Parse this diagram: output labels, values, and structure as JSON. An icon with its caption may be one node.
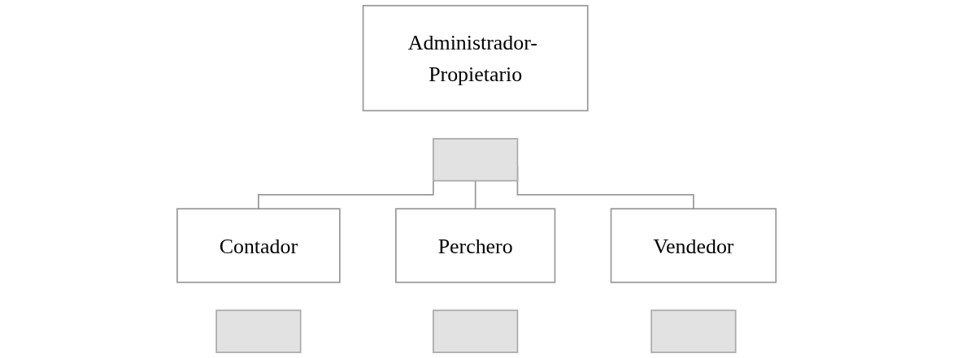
{
  "diagram": {
    "nodes": [
      {
        "text": [
          "Administrador- Propietario"
        ]
      },
      {
        "text": [],
        "shape": "box"
      },
      {
        "text": [
          "Contador"
        ]
      },
      {
        "text": [],
        "shape": "box"
      },
      {
        "text": [
          "Perchero"
        ]
      },
      {
        "text": [],
        "shape": "box"
      },
      {
        "text": [
          "Vendedor"
        ]
      },
      {
        "text": [],
        "shape": "box"
      }
    ],
    "edges": [
      {
        "from": 1,
        "to": 2,
        "arrow": "none"
      },
      {
        "from": 1,
        "to": 4,
        "arrow": "none"
      },
      {
        "from": 1,
        "to": 6,
        "arrow": "none"
      }
    ]
  }
}
